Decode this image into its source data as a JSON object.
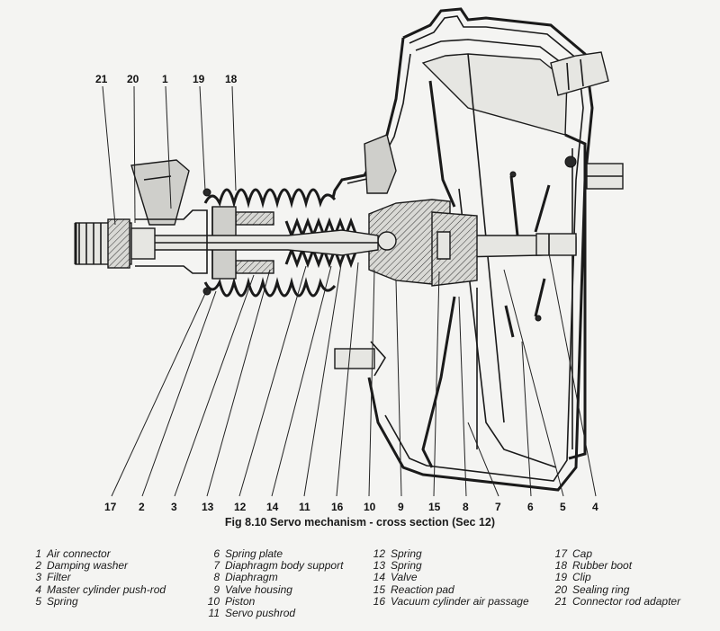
{
  "caption": "Fig 8.10 Servo mechanism - cross section (Sec 12)",
  "top_callouts": [
    "21",
    "20",
    "1",
    "19",
    "18"
  ],
  "bottom_callouts": [
    "17",
    "2",
    "3",
    "13",
    "12",
    "14",
    "11",
    "16",
    "10",
    "9",
    "15",
    "8",
    "7",
    "6",
    "5",
    "4"
  ],
  "legend": {
    "col1": [
      {
        "n": "1",
        "t": "Air connector"
      },
      {
        "n": "2",
        "t": "Damping washer"
      },
      {
        "n": "3",
        "t": "Filter"
      },
      {
        "n": "4",
        "t": "Master cylinder push-rod"
      },
      {
        "n": "5",
        "t": "Spring"
      }
    ],
    "col2": [
      {
        "n": "6",
        "t": "Spring plate"
      },
      {
        "n": "7",
        "t": "Diaphragm body support"
      },
      {
        "n": "8",
        "t": "Diaphragm"
      },
      {
        "n": "9",
        "t": "Valve housing"
      },
      {
        "n": "10",
        "t": "Piston"
      },
      {
        "n": "11",
        "t": "Servo pushrod"
      }
    ],
    "col3": [
      {
        "n": "12",
        "t": "Spring"
      },
      {
        "n": "13",
        "t": "Spring"
      },
      {
        "n": "14",
        "t": "Valve"
      },
      {
        "n": "15",
        "t": "Reaction pad"
      },
      {
        "n": "16",
        "t": "Vacuum cylinder air passage"
      }
    ],
    "col4": [
      {
        "n": "17",
        "t": "Cap"
      },
      {
        "n": "18",
        "t": "Rubber boot"
      },
      {
        "n": "19",
        "t": "Clip"
      },
      {
        "n": "20",
        "t": "Sealing ring"
      },
      {
        "n": "21",
        "t": "Connector rod adapter"
      }
    ]
  }
}
